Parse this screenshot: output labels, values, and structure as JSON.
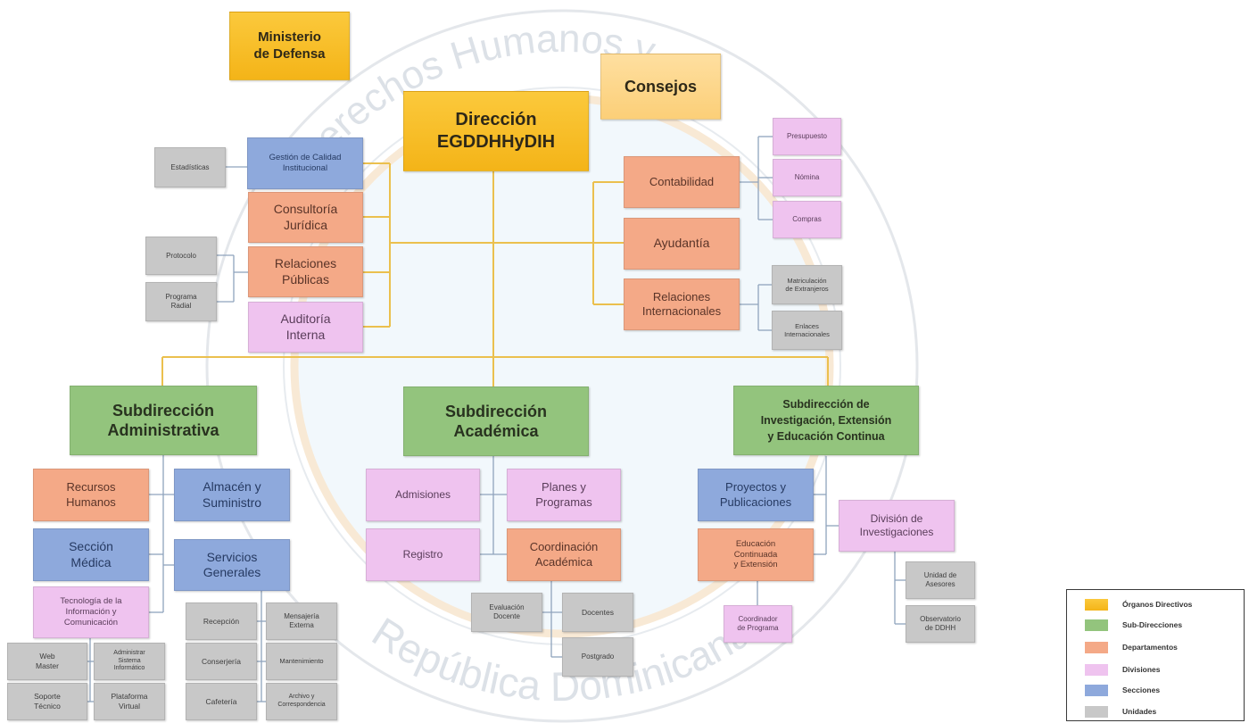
{
  "watermark": {
    "top_text": "Derechos Humanos y",
    "bottom_text": "República Dominicana"
  },
  "organos_directivos": {
    "ministerio": "Ministerio\nde Defensa",
    "direccion": "Dirección\nEGDDHHyDIH",
    "consejos": "Consejos"
  },
  "direccion_dependencias": {
    "estadisticas": "Estadísticas",
    "gestion_calidad": "Gestión de Calidad\nInstitucional",
    "consultoria_juridica": "Consultoría\nJurídica",
    "relaciones_publicas": "Relaciones\nPúblicas",
    "auditoria_interna": "Auditoría\nInterna",
    "protocolo": "Protocolo",
    "programa_radial": "Programa\nRadial",
    "contabilidad": "Contabilidad",
    "presupuesto": "Presupuesto",
    "nomina": "Nómina",
    "compras": "Compras",
    "ayudantia": "Ayudantía",
    "relaciones_internacionales": "Relaciones\nInternacionales",
    "matriculacion": "Matriculación\nde Extranjeros",
    "enlaces": "Enlaces\nInternacionales"
  },
  "subdireccion_administrativa": {
    "title": "Subdirección\nAdministrativa",
    "recursos_humanos": "Recursos\nHumanos",
    "almacen": "Almacén y\nSuministro",
    "seccion_medica": "Sección\nMédica",
    "servicios_generales": "Servicios\nGenerales",
    "tic": "Tecnología de la\nInformación y\nComunicación",
    "web_master": "Web\nMaster",
    "administrar_sistema": "Administrar\nSistema\nInformático",
    "soporte_tecnico": "Soporte\nTécnico",
    "plataforma_virtual": "Plataforma\nVirtual",
    "recepcion": "Recepción",
    "mensajeria": "Mensajería\nExterna",
    "conserjeria": "Conserjería",
    "mantenimiento": "Mantenimiento",
    "cafeteria": "Cafetería",
    "archivo": "Archivo y\nCorrespondencia"
  },
  "subdireccion_academica": {
    "title": "Subdirección\nAcadémica",
    "admisiones": "Admisiones",
    "planes": "Planes y\nProgramas",
    "registro": "Registro",
    "coordinacion": "Coordinación\nAcadémica",
    "evaluacion_docente": "Evaluación\nDocente",
    "docentes": "Docentes",
    "postgrado": "Postgrado"
  },
  "subdireccion_investigacion": {
    "title": "Subdirección de\nInvestigación, Extensión\ny Educación Continua",
    "proyectos": "Proyectos y\nPublicaciones",
    "educacion_continuada": "Educación\nContinuada\ny Extensión",
    "coordinador_programa": "Coordinador\nde Programa",
    "division_investigaciones": "División de\nInvestigaciones",
    "unidad_asesores": "Unidad de\nAsesores",
    "observatorio": "Observatorio\nde DDHH"
  },
  "legend": {
    "items": [
      {
        "label": "Órganos Directivos",
        "color": "#F4B418"
      },
      {
        "label": "Sub-Direcciones",
        "color": "#93C47D"
      },
      {
        "label": "Departamentos",
        "color": "#F4A987"
      },
      {
        "label": "Divisiones",
        "color": "#EFC3EF"
      },
      {
        "label": "Secciones",
        "color": "#8EA9DC"
      },
      {
        "label": "Unidades",
        "color": "#C8C8C8"
      }
    ]
  }
}
